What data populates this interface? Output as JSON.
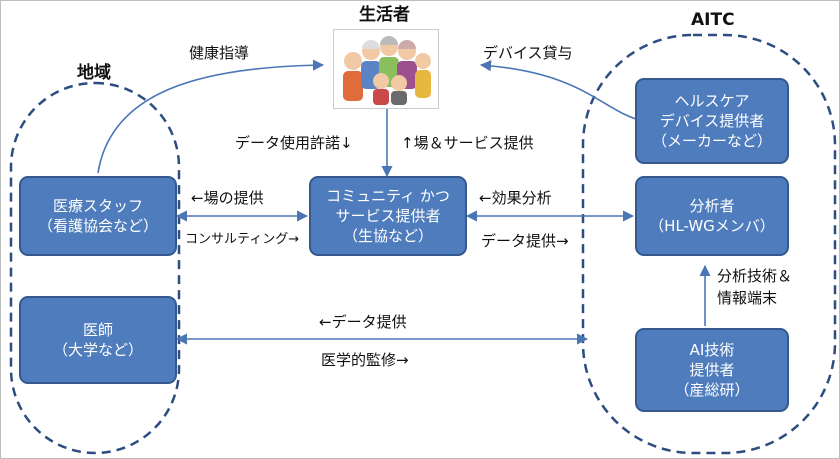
{
  "title": "生活者",
  "region_left": "地域",
  "region_right": "AITC",
  "boxes": {
    "medical_staff": [
      "医療スタッフ",
      "（看護協会など）"
    ],
    "community": [
      "コミュニティ かつ",
      "サービス提供者",
      "（生協など）"
    ],
    "analyst": [
      "分析者",
      "（HL-WGメンバ）"
    ],
    "doctor": [
      "医師",
      "（大学など）"
    ],
    "healthcare_device": [
      "ヘルスケア",
      "デバイス提供者",
      "（メーカーなど）"
    ],
    "ai_provider": [
      "AI技術",
      "提供者",
      "（産総研）"
    ]
  },
  "labels": {
    "health_guidance": "健康指導",
    "device_lending": "デバイス貸与",
    "data_permission": "データ使用許諾↓",
    "place_service": "↑場＆サービス提供",
    "place_offer": "←場の提供",
    "consulting": "コンサルティング→",
    "effect_analysis": "←効果分析",
    "data_offer_right": "データ提供→",
    "analysis_tech_1": "分析技術＆",
    "analysis_tech_2": "情報端末",
    "data_offer_left": "←データ提供",
    "medical_supervision": "医学的監修→"
  },
  "colors": {
    "box_fill": "#4f7cbc",
    "box_border": "#35598f",
    "connector": "#4a76b6",
    "region_dash": "#2d4d80"
  }
}
